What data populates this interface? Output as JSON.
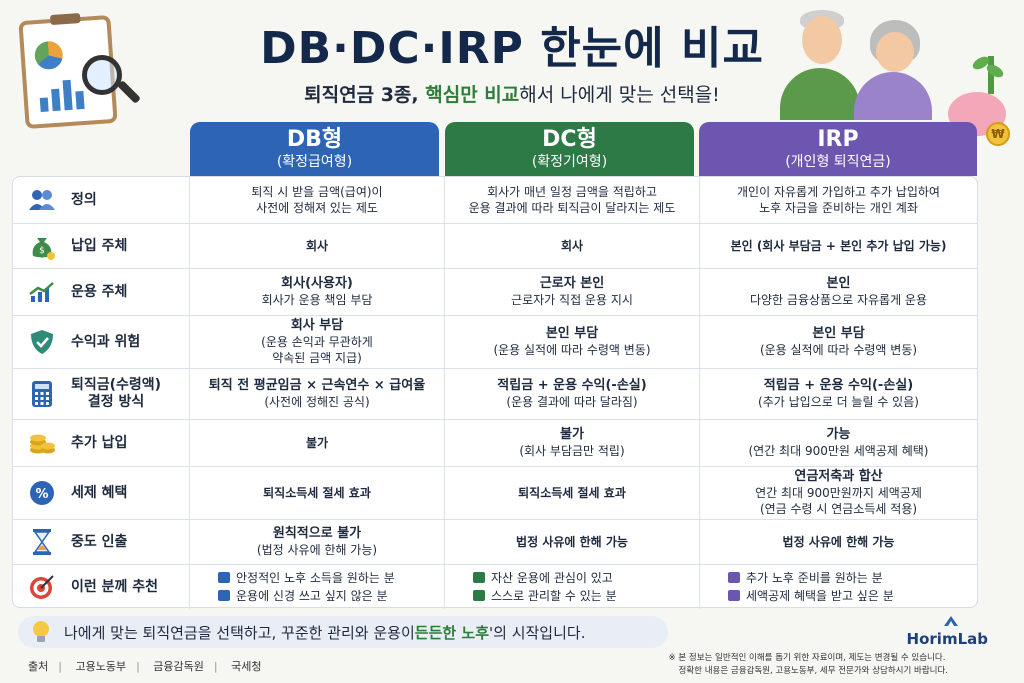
{
  "header": {
    "title": "DB·DC·IRP 한눈에 비교",
    "subtitle_pre": "퇴직연금 3종, ",
    "subtitle_highlight": "핵심만 비교",
    "subtitle_post": "해서 나에게 맞는 선택을!"
  },
  "columns": [
    {
      "name": "DB형",
      "sub": "(확정급여형)",
      "color": "#2d64b4"
    },
    {
      "name": "DC형",
      "sub": "(확정기여형)",
      "color": "#2e7a47"
    },
    {
      "name": "IRP",
      "sub": "(개인형 퇴직연금)",
      "color": "#6c56b0"
    }
  ],
  "rows": [
    {
      "label": "정의",
      "icon": "people-icon",
      "db": {
        "sub": [
          "퇴직 시 받을 금액(급여)이",
          "사전에 정해져 있는 제도"
        ]
      },
      "dc": {
        "sub": [
          "회사가 매년 일정 금액을 적립하고",
          "운용 결과에 따라 퇴직금이 달라지는 제도"
        ]
      },
      "irp": {
        "sub": [
          "개인이 자유롭게 가입하고 추가 납입하여",
          "노후 자금을 준비하는 개인 계좌"
        ]
      }
    },
    {
      "label": "납입 주체",
      "icon": "money-bag-icon",
      "db": {
        "main": "회사"
      },
      "dc": {
        "main": "회사"
      },
      "irp": {
        "main": "본인 (회사 부담금 + 본인 추가 납입 가능)"
      }
    },
    {
      "label": "운용 주체",
      "icon": "growth-chart-icon",
      "db": {
        "main": "회사(사용자)",
        "sub": [
          "회사가 운용 책임 부담"
        ]
      },
      "dc": {
        "main": "근로자 본인",
        "sub": [
          "근로자가 직접 운용 지시"
        ]
      },
      "irp": {
        "main": "본인",
        "sub": [
          "다양한 금융상품으로 자유롭게 운용"
        ]
      }
    },
    {
      "label": "수익과 위험",
      "icon": "shield-icon",
      "db": {
        "main": "회사 부담",
        "sub": [
          "(운용 손익과 무관하게",
          "약속된 금액 지급)"
        ]
      },
      "dc": {
        "main": "본인 부담",
        "sub": [
          "(운용 실적에 따라 수령액 변동)"
        ]
      },
      "irp": {
        "main": "본인 부담",
        "sub": [
          "(운용 실적에 따라 수령액 변동)"
        ]
      }
    },
    {
      "label": "퇴직금(수령액)\n결정 방식",
      "icon": "calculator-icon",
      "db": {
        "main": "퇴직 전 평균임금 × 근속연수 × 급여율",
        "sub": [
          "(사전에 정해진 공식)"
        ]
      },
      "dc": {
        "main": "적립금 + 운용 수익(-손실)",
        "sub": [
          "(운용 결과에 따라 달라짐)"
        ]
      },
      "irp": {
        "main": "적립금 + 운용 수익(-손실)",
        "sub": [
          "(추가 납입으로 더 늘릴 수 있음)"
        ]
      }
    },
    {
      "label": "추가 납입",
      "icon": "coins-icon",
      "db": {
        "main": "불가"
      },
      "dc": {
        "main": "불가",
        "sub": [
          "(회사 부담금만 적립)"
        ]
      },
      "irp": {
        "main": "가능",
        "sub": [
          "(연간 최대 900만원 세액공제 혜택)"
        ]
      }
    },
    {
      "label": "세제 혜택",
      "icon": "percent-icon",
      "db": {
        "main": "퇴직소득세 절세 효과"
      },
      "dc": {
        "main": "퇴직소득세 절세 효과"
      },
      "irp": {
        "main": "연금저축과 합산",
        "sub": [
          "연간 최대 900만원까지 세액공제",
          "(연금 수령 시 연금소득세 적용)"
        ]
      }
    },
    {
      "label": "중도 인출",
      "icon": "hourglass-icon",
      "db": {
        "main": "원칙적으로 불가",
        "sub": [
          "(법정 사유에 한해 가능)"
        ]
      },
      "dc": {
        "main": "법정 사유에 한해 가능"
      },
      "irp": {
        "main": "법정 사유에 한해 가능"
      }
    },
    {
      "label": "이런 분께 추천",
      "icon": "target-icon",
      "db": {
        "rec": [
          "안정적인 노후 소득을 원하는 분",
          "운용에 신경 쓰고 싶지 않은 분"
        ]
      },
      "dc": {
        "rec": [
          "자산 운용에 관심이 있고",
          "스스로 관리할 수 있는 분"
        ]
      },
      "irp": {
        "rec": [
          "추가 노후 준비를 원하는 분",
          "세액공제 혜택을 받고 싶은 분"
        ]
      }
    }
  ],
  "footer": {
    "banner_pre": "나에게 맞는 퇴직연금을 선택하고, 꾸준한 관리와 운용이 ",
    "banner_highlight": "든든한 노후",
    "banner_post": "'의 시작입니다.",
    "sources": [
      "출처",
      "고용노동부",
      "금융감독원",
      "국세청"
    ],
    "note_1": "※ 본 정보는 일반적인 이해를 돕기 위한 자료이며, 제도는 변경될 수 있습니다.",
    "note_2": "정확한 내용은 금융감독원, 고용노동부, 세무 전문가와 상담하시기 바랍니다.",
    "brand": "HorimLab"
  }
}
